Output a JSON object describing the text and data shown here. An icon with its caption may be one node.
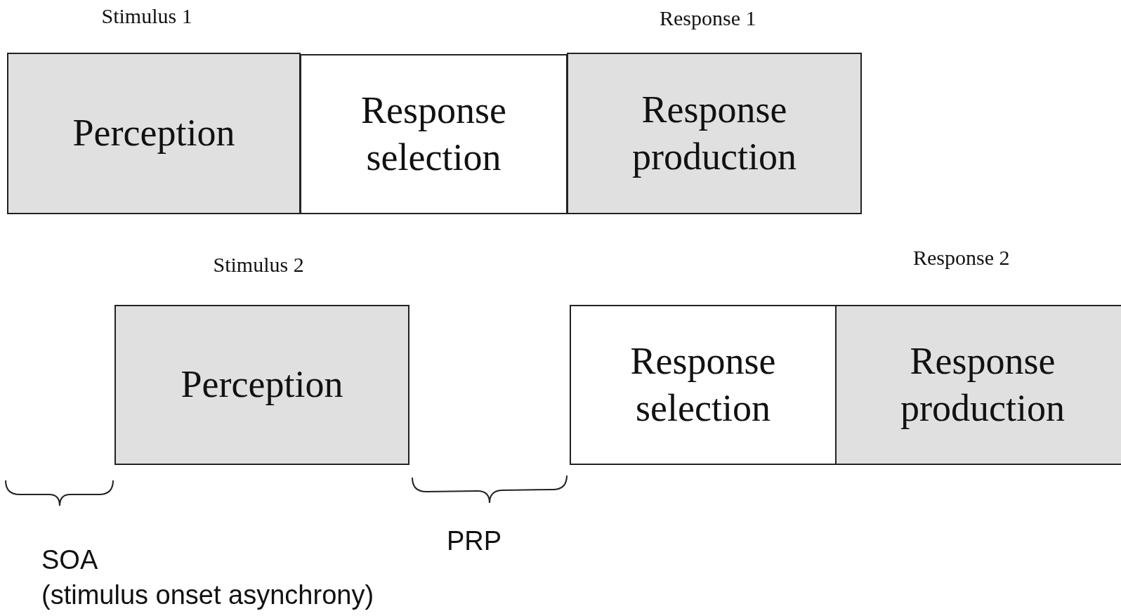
{
  "diagram": {
    "nodes": [
      {
        "text": [
          "Perception"
        ]
      },
      {
        "text": [
          "Response selection"
        ]
      },
      {
        "text": [
          "Response production"
        ]
      },
      {
        "text": [
          "Perception"
        ]
      },
      {
        "text": [
          "Response selection"
        ]
      },
      {
        "text": [
          "Response production"
        ]
      }
    ],
    "edges": [],
    "labels": [
      "Stimulus 1",
      "Response 1",
      "Stimulus 2",
      "Response 2",
      "PRP",
      "SOA",
      "(stimulus onset asynchrony)"
    ]
  }
}
